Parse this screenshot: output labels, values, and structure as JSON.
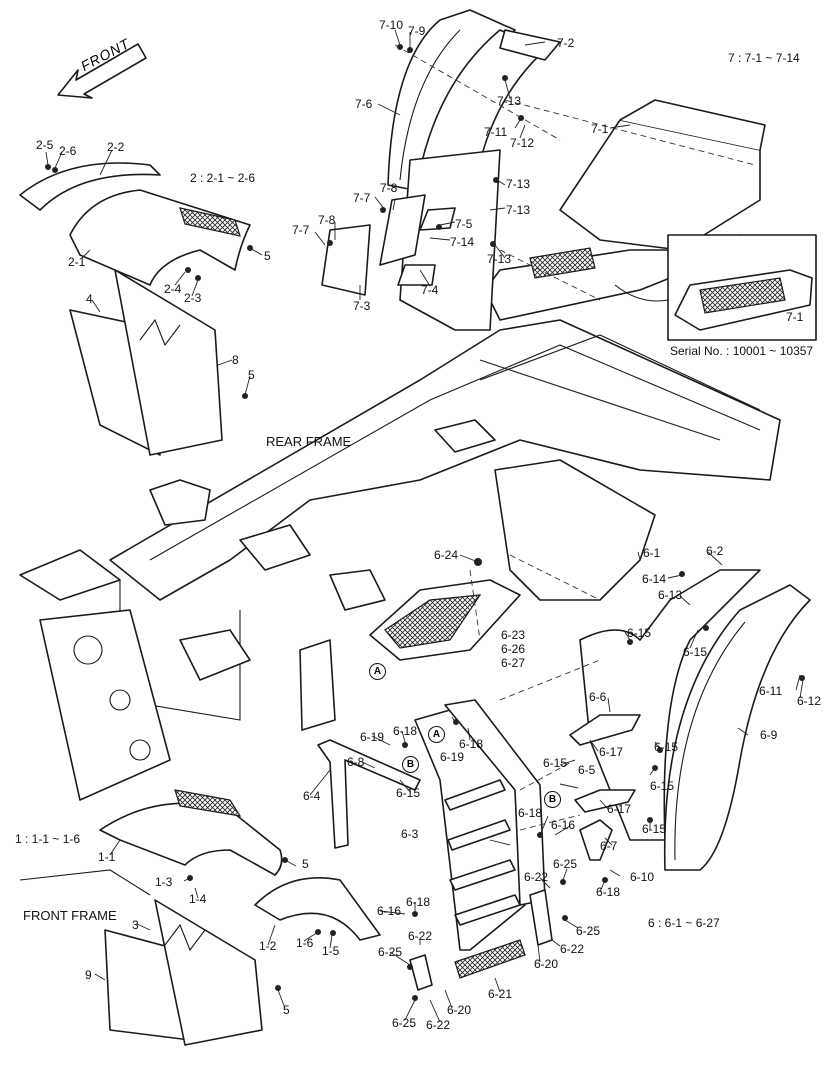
{
  "direction_arrow": "FRONT",
  "assembly_notes": {
    "group_7": "7 : 7-1 ~ 7-14",
    "group_2": "2 : 2-1 ~ 2-6",
    "group_1": "1  : 1-1 ~ 1-6",
    "group_6": "6 : 6-1 ~ 6-27"
  },
  "serial_note": "Serial No. : 10001 ~ 10357",
  "frame_labels": {
    "rear": "REAR FRAME",
    "front": "FRONT FRAME"
  },
  "callout_letters": [
    "A",
    "B"
  ],
  "part_labels": {
    "p7_10": "7-10",
    "p7_9": "7-9",
    "p7_2": "7-2",
    "p7_6": "7-6",
    "p7_13a": "7-13",
    "p7_11": "7-11",
    "p7_12": "7-12",
    "p7_1": "7-1",
    "p7_1b": "7-1",
    "p7_13b": "7-13",
    "p7_8a": "7-8",
    "p7_7a": "7-7",
    "p7_13c": "7-13",
    "p7_5": "7-5",
    "p7_8b": "7-8",
    "p7_7b": "7-7",
    "p7_14": "7-14",
    "p7_13d": "7-13",
    "p7_4": "7-4",
    "p7_3": "7-3",
    "p2_5": "2-5",
    "p2_6": "2-6",
    "p2_2": "2-2",
    "p2_1": "2-1",
    "p5a": "5",
    "p2_4": "2-4",
    "p2_3": "2-3",
    "p4": "4",
    "p8": "8",
    "p5b": "5",
    "p6_24": "6-24",
    "p6_1": "6-1",
    "p6_2": "6-2",
    "p6_14": "6-14",
    "p6_13": "6-13",
    "p6_15a": "6-15",
    "p6_15b": "6-15",
    "p6_11": "6-11",
    "p6_12": "6-12",
    "p6_23": "6-23",
    "p6_26": "6-26",
    "p6_27": "6-27",
    "p6_6": "6-6",
    "p6_9": "6-9",
    "p6_17a": "6-17",
    "p6_15c": "6-15",
    "p6_19a": "6-19",
    "p6_18a": "6-18",
    "p6_19b": "6-19",
    "p6_18b": "6-18",
    "p6_8": "6-8",
    "p6_15d": "6-15",
    "p6_4": "6-4",
    "p6_15e": "6-15",
    "p6_5": "6-5",
    "p6_15f": "6-15",
    "p6_17b": "6-17",
    "p6_15g": "6-15",
    "p6_18c": "6-18",
    "p6_16a": "6-16",
    "p6_3": "6-3",
    "p6_7": "6-7",
    "p6_10": "6-10",
    "p6_18d": "6-18",
    "p6_22a": "6-22",
    "p6_25a": "6-25",
    "p6_18e": "6-18",
    "p6_16b": "6-16",
    "p6_22b": "6-22",
    "p6_25b": "6-25",
    "p6_25c": "6-25",
    "p6_22c": "6-22",
    "p6_20a": "6-20",
    "p6_21": "6-21",
    "p6_25d": "6-25",
    "p6_22d": "6-22",
    "p6_20b": "6-20",
    "p1_1": "1-1",
    "p1_3": "1-3",
    "p1_4": "1-4",
    "p5c": "5",
    "p1_2": "1-2",
    "p1_6": "1-6",
    "p1_5": "1-5",
    "p3": "3",
    "p9": "9",
    "p5d": "5"
  }
}
